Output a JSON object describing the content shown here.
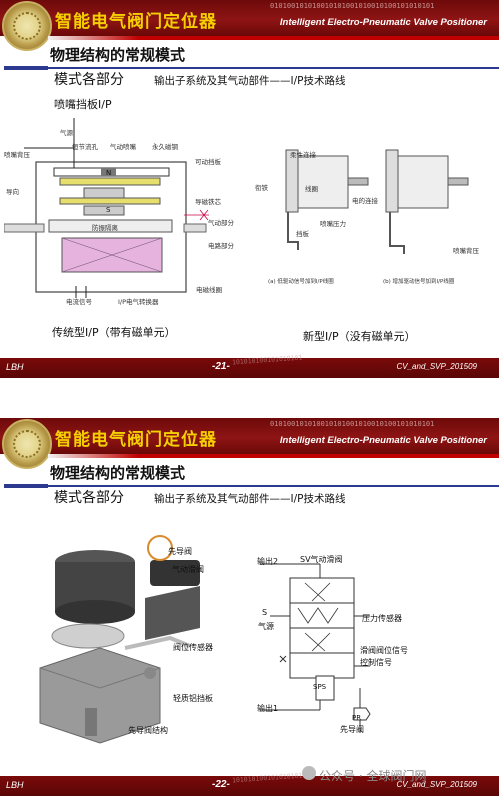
{
  "header": {
    "title_cn": "智能电气阀门定位器",
    "title_en": "Intelligent Electro-Pneumatic Valve Positioner",
    "binary": "010100101010010101001010010100101010101"
  },
  "footer": {
    "left": "LBH",
    "right": "CV_and_SVP_201509",
    "binary": "101010100101010101"
  },
  "slide1": {
    "heading": "物理结构的常规模式",
    "subtitle": "模式各部分",
    "subtitle2": "输出子系统及其气动部件——I/P技术路线",
    "section": "喷嘴挡板I/P",
    "page": "-21-",
    "left_labels": {
      "air_source": "气源",
      "nozzle_back": "喷嘴背压",
      "orifice": "恒节流孔",
      "nozzle": "气动喷嘴",
      "magnet": "永久磁钢",
      "flapper": "可动挡板",
      "guide": "导向",
      "yoke": "导磁铁芯",
      "damp": "防振隔离",
      "pneu_part": "气动部分",
      "elec_part": "电路部分",
      "coil": "电磁线圈",
      "current": "电流信号",
      "converter": "I/P电气转换器",
      "n": "N",
      "s": "S"
    },
    "right_labels": {
      "spring": "柔性连接",
      "armature": "衔铁",
      "coil": "线圈",
      "elec_conn": "电的连接",
      "flapper": "挡板",
      "nozzle_pressure": "喷嘴压力",
      "nozzle_back": "喷嘴背压",
      "cap_a": "(a) 低驱动信号加到I/P线圈",
      "cap_b": "(b) 增加驱动信号加到I/P线圈"
    },
    "caption_left": "传统型I/P（带有磁单元）",
    "caption_right": "新型I/P（没有磁单元）"
  },
  "slide2": {
    "heading": "物理结构的常规模式",
    "subtitle": "模式各部分",
    "subtitle2": "输出子系统及其气动部件——I/P技术路线",
    "page": "-22-",
    "photo_labels": {
      "pilot": "先导阀",
      "spool": "气动滑阀",
      "pos_sensor": "阀位传感器",
      "alu_plate": "轻质铝挡板",
      "pilot_struct": "先导阀结构"
    },
    "schematic_labels": {
      "out2": "输出2",
      "sv": "SV气动滑阀",
      "s": "S",
      "air": "气源",
      "ps": "压力传感器",
      "spool_sig": "滑阀阀位信号",
      "ctrl_sig": "控制信号",
      "sps": "SPS",
      "out1": "输出1",
      "pr": "PR",
      "pilot": "先导阀"
    }
  },
  "watermark": "公众号 · 全球阀门网"
}
